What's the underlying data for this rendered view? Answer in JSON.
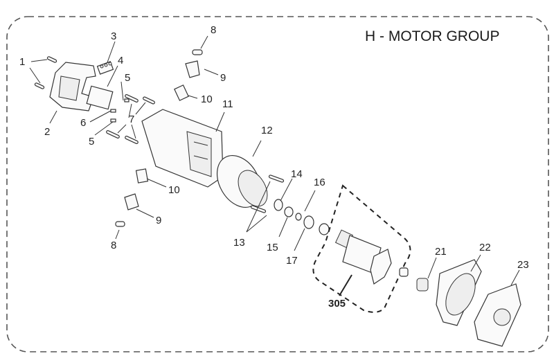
{
  "title": "H - MOTOR GROUP",
  "callouts": [
    {
      "id": "1",
      "label": "1"
    },
    {
      "id": "2",
      "label": "2"
    },
    {
      "id": "3",
      "label": "3"
    },
    {
      "id": "4",
      "label": "4"
    },
    {
      "id": "5a",
      "label": "5"
    },
    {
      "id": "5b",
      "label": "5"
    },
    {
      "id": "6",
      "label": "6"
    },
    {
      "id": "7",
      "label": "7"
    },
    {
      "id": "8a",
      "label": "8"
    },
    {
      "id": "8b",
      "label": "8"
    },
    {
      "id": "9a",
      "label": "9"
    },
    {
      "id": "9b",
      "label": "9"
    },
    {
      "id": "10a",
      "label": "10"
    },
    {
      "id": "10b",
      "label": "10"
    },
    {
      "id": "11",
      "label": "11"
    },
    {
      "id": "12",
      "label": "12"
    },
    {
      "id": "13",
      "label": "13"
    },
    {
      "id": "14",
      "label": "14"
    },
    {
      "id": "15",
      "label": "15"
    },
    {
      "id": "16",
      "label": "16"
    },
    {
      "id": "17",
      "label": "17"
    },
    {
      "id": "21",
      "label": "21"
    },
    {
      "id": "22",
      "label": "22"
    },
    {
      "id": "23",
      "label": "23"
    },
    {
      "id": "305",
      "label": "305"
    }
  ],
  "labels": {
    "c1": "1",
    "c2": "2",
    "c3": "3",
    "c4": "4",
    "c5a": "5",
    "c5b": "5",
    "c6": "6",
    "c7": "7",
    "c8a": "8",
    "c8b": "8",
    "c9a": "9",
    "c9b": "9",
    "c10a": "10",
    "c10b": "10",
    "c11": "11",
    "c12": "12",
    "c13": "13",
    "c14": "14",
    "c15": "15",
    "c16": "16",
    "c17": "17",
    "c21": "21",
    "c22": "22",
    "c23": "23",
    "c305": "305"
  }
}
